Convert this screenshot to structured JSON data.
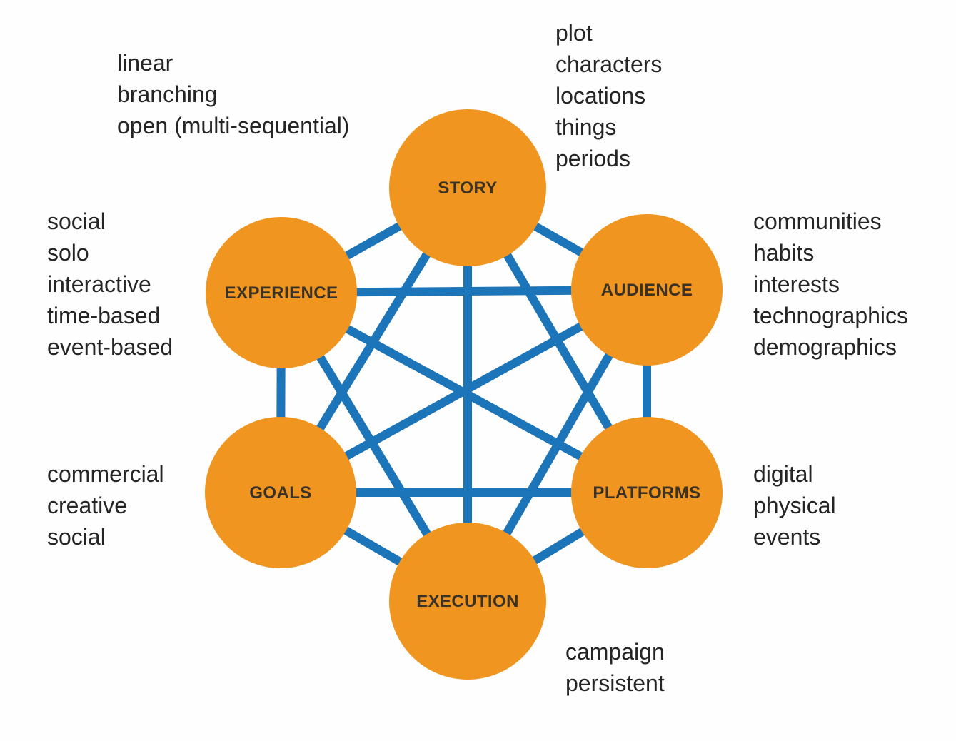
{
  "colors": {
    "node_fill": "#F0951F",
    "edge": "#1C74B9",
    "annotation_text": "#262424",
    "node_label": "#3A3226"
  },
  "nodes": [
    {
      "id": "story",
      "label": "STORY"
    },
    {
      "id": "audience",
      "label": "AUDIENCE"
    },
    {
      "id": "platforms",
      "label": "PLATFORMS"
    },
    {
      "id": "execution",
      "label": "EXECUTION"
    },
    {
      "id": "goals",
      "label": "GOALS"
    },
    {
      "id": "experience",
      "label": "EXPERIENCE"
    }
  ],
  "edges": [
    [
      "STORY",
      "AUDIENCE"
    ],
    [
      "STORY",
      "PLATFORMS"
    ],
    [
      "STORY",
      "EXECUTION"
    ],
    [
      "STORY",
      "GOALS"
    ],
    [
      "STORY",
      "EXPERIENCE"
    ],
    [
      "AUDIENCE",
      "PLATFORMS"
    ],
    [
      "AUDIENCE",
      "EXECUTION"
    ],
    [
      "AUDIENCE",
      "GOALS"
    ],
    [
      "AUDIENCE",
      "EXPERIENCE"
    ],
    [
      "PLATFORMS",
      "EXECUTION"
    ],
    [
      "PLATFORMS",
      "GOALS"
    ],
    [
      "PLATFORMS",
      "EXPERIENCE"
    ],
    [
      "EXECUTION",
      "GOALS"
    ],
    [
      "EXECUTION",
      "EXPERIENCE"
    ],
    [
      "GOALS",
      "EXPERIENCE"
    ]
  ],
  "annotations": [
    {
      "position": "top-left",
      "near_node": "STORY",
      "lines": [
        "linear",
        "branching",
        "open (multi-sequential)"
      ]
    },
    {
      "position": "top-right",
      "near_node": "STORY",
      "lines": [
        "plot",
        "characters",
        "locations",
        "things",
        "periods"
      ]
    },
    {
      "position": "middle-left",
      "near_node": "EXPERIENCE",
      "lines": [
        "social",
        "solo",
        "interactive",
        "time-based",
        "event-based"
      ]
    },
    {
      "position": "middle-right",
      "near_node": "AUDIENCE",
      "lines": [
        "communities",
        "habits",
        "interests",
        "technographics",
        "demographics"
      ]
    },
    {
      "position": "lower-left",
      "near_node": "GOALS",
      "lines": [
        "commercial",
        "creative",
        "social"
      ]
    },
    {
      "position": "lower-right",
      "near_node": "PLATFORMS",
      "lines": [
        "digital",
        "physical",
        "events"
      ]
    },
    {
      "position": "bottom",
      "near_node": "EXECUTION",
      "lines": [
        "campaign",
        "persistent"
      ]
    }
  ]
}
